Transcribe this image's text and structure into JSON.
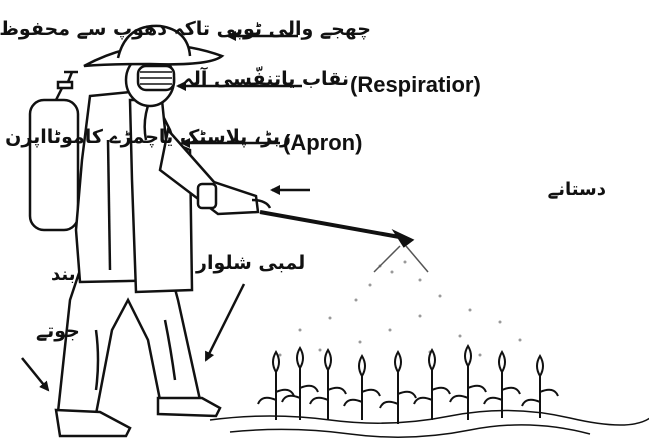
{
  "labels": {
    "hat": "چھجے والی ٹوپی تاکہ دھوپ سے محفوظ ہو",
    "mask": "نقاب یاتنفّسی آلہ",
    "respirator_en": "(Respiratior)",
    "apron": "ربڑ، پلاسٹک یاچمڑے کاموٹااپرن",
    "apron_en": "(Apron)",
    "gloves": "دستانے",
    "pants": "لمبی شلوار",
    "closed": "بند",
    "shoes": "جوتے"
  },
  "colors": {
    "ink": "#111111",
    "background": "#ffffff"
  }
}
